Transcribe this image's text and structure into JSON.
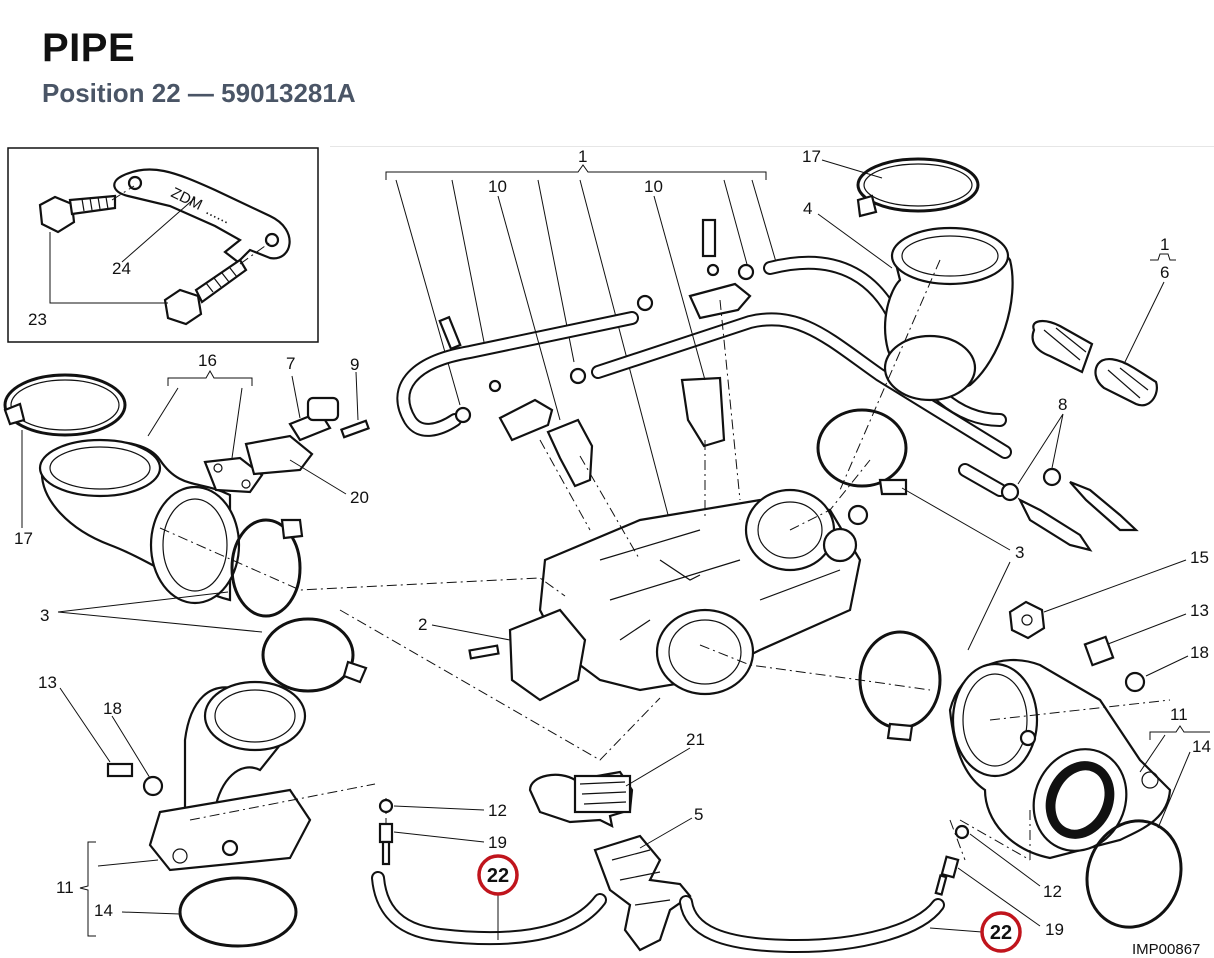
{
  "header": {
    "title": "PIPE",
    "subtitle": "Position 22 — 59013281A"
  },
  "diagram": {
    "reference_code": "IMP00867",
    "inset": {
      "logo_text": "ZDM",
      "labels": {
        "bracket": "24",
        "bolts": "23"
      }
    },
    "labels": {
      "p1": "1",
      "p1b": "1",
      "p10a": "10",
      "p10b": "10",
      "p17a": "17",
      "p17b": "17",
      "p4": "4",
      "p6": "6",
      "p16": "16",
      "p7": "7",
      "p9": "9",
      "p20": "20",
      "p8": "8",
      "p3a": "3",
      "p3b": "3",
      "p2": "2",
      "p15": "15",
      "p13a": "13",
      "p13b": "13",
      "p18a": "18",
      "p18b": "18",
      "p11a": "11",
      "p11b": "11",
      "p14a": "14",
      "p14b": "14",
      "p21": "21",
      "p5": "5",
      "p12a": "12",
      "p12b": "12",
      "p19a": "19",
      "p19b": "19"
    },
    "highlight": {
      "label": "22",
      "color": "#c0141c"
    }
  }
}
